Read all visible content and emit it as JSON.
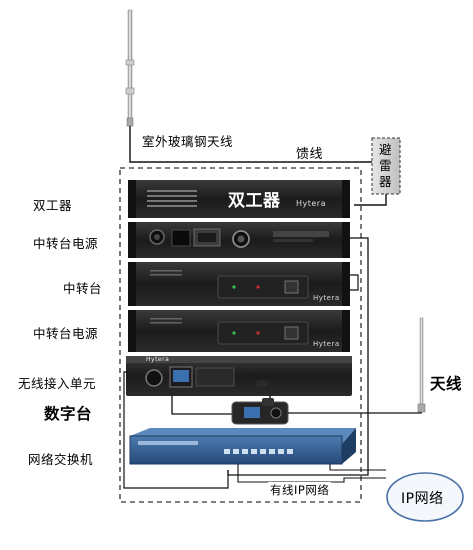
{
  "labels": {
    "outdoor_antenna": "室外玻璃钢天线",
    "feeder": "馈线",
    "lightning_arrester": "避雷器",
    "duplexer": "双工器",
    "repeater_power_1": "中转台电源",
    "repeater": "中转台",
    "repeater_power_2": "中转台电源",
    "wireless_access_unit": "无线接入单元",
    "digital_radio": "数字台",
    "network_switch": "网络交换机",
    "antenna": "天线",
    "wired_ip_network": "有线IP网络",
    "ip_network": "IP网络"
  },
  "devices": {
    "duplexer_panel_text": "双工器",
    "brand": "Hytera"
  },
  "colors": {
    "rack_panel": "#1c1c1c",
    "cable": "#222222",
    "switch_body": "#2f5a8c",
    "ip_cloud_stroke": "#4a72a8"
  }
}
